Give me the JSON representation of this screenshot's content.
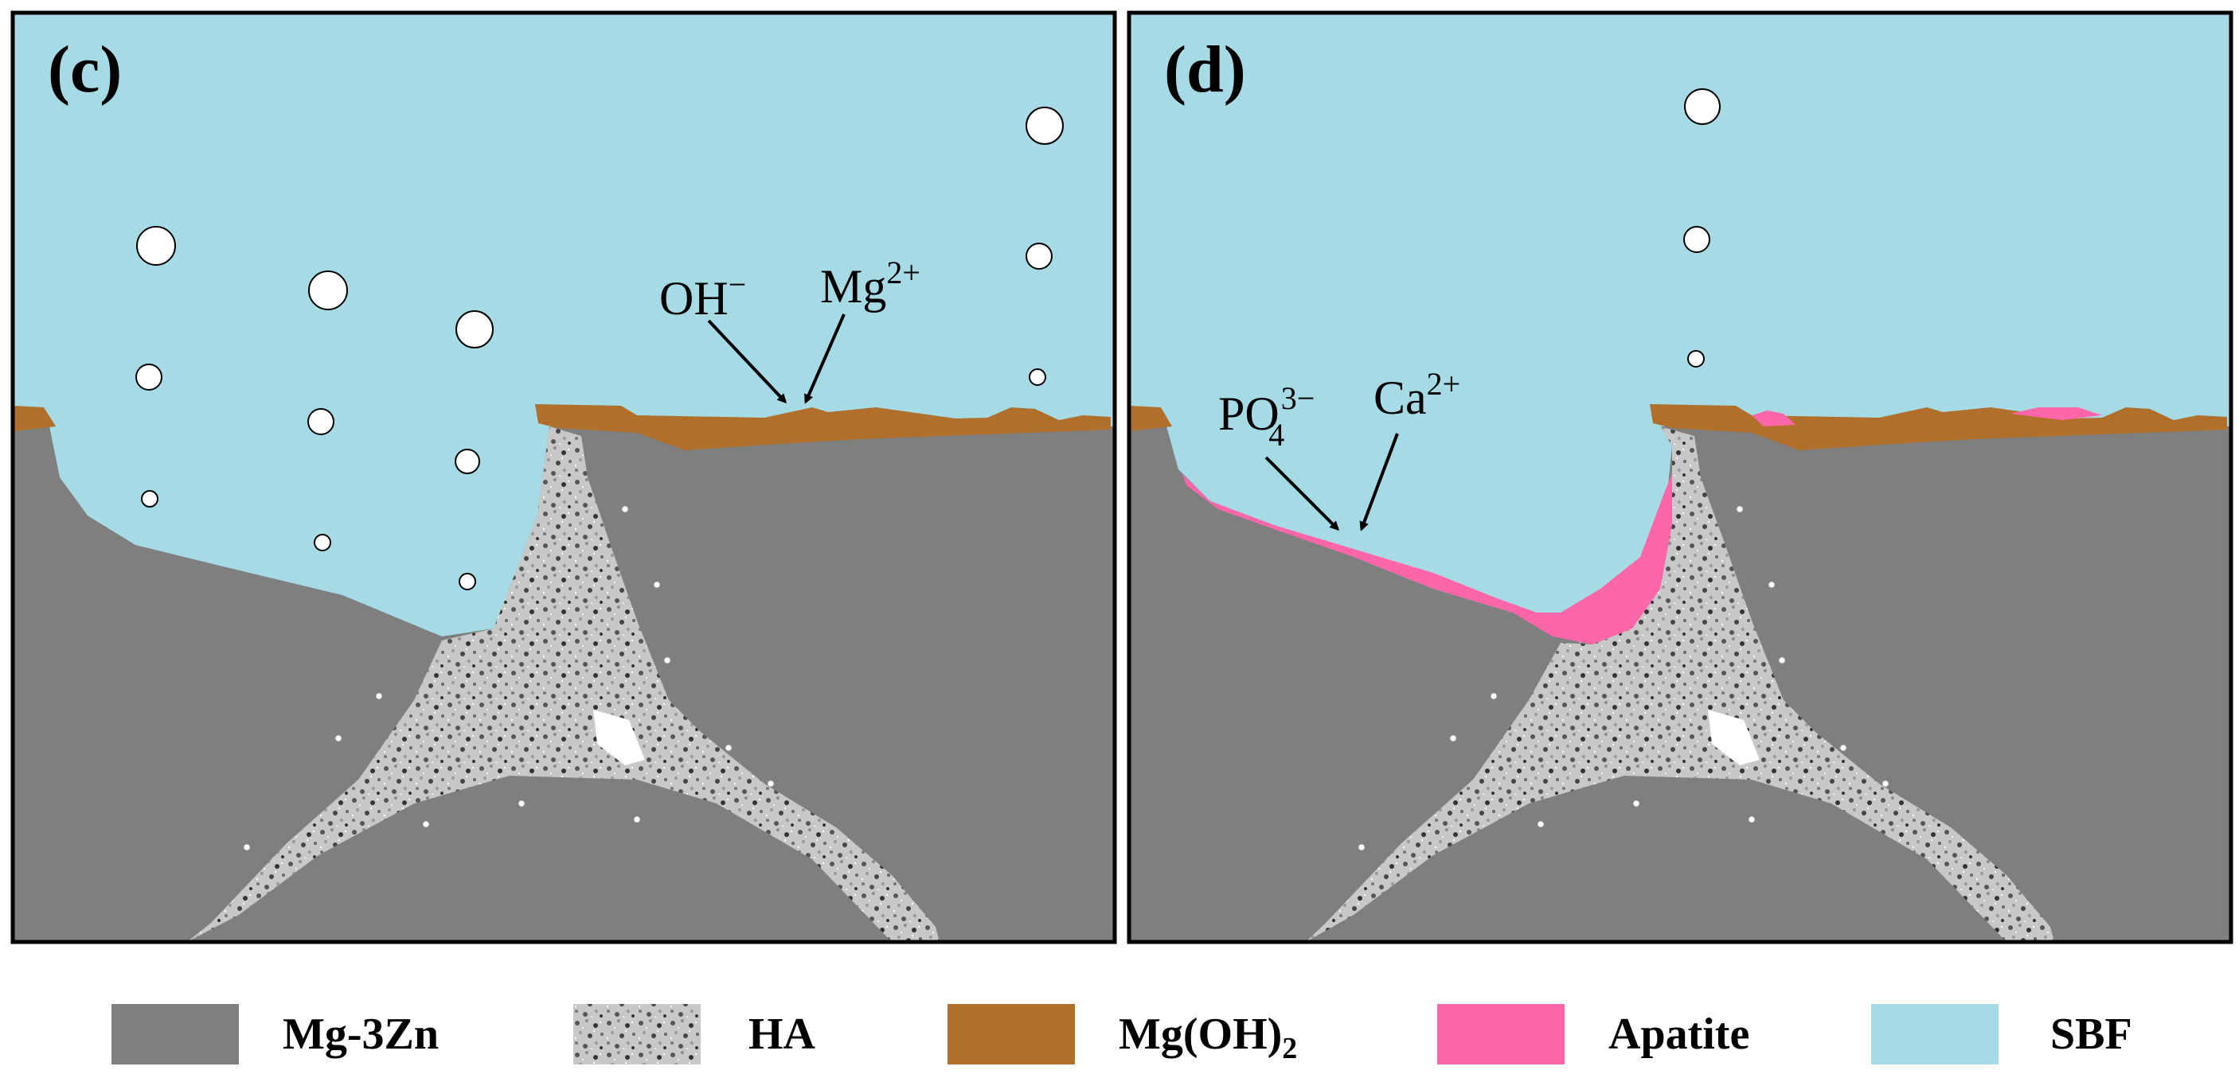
{
  "panels": [
    {
      "label": "(c)",
      "ions": {
        "oh_base": "OH",
        "oh_sup": "−",
        "mg_base": "Mg",
        "mg_sup": "2+"
      }
    },
    {
      "label": "(d)",
      "ions": {
        "po_base": "PO",
        "po_sub": "4",
        "po_sup": "3−",
        "ca_base": "Ca",
        "ca_sup": "2+"
      }
    }
  ],
  "legend": [
    {
      "label": "Mg-3Zn",
      "color": "#7f7f7f",
      "pattern": "solid"
    },
    {
      "label": "HA",
      "color": "#bdbdbd",
      "pattern": "speckled"
    },
    {
      "label_base": "Mg(OH)",
      "label_sub": "2",
      "color": "#b0702c",
      "pattern": "solid"
    },
    {
      "label": "Apatite",
      "color": "#ff66aa",
      "pattern": "solid"
    },
    {
      "label": "SBF",
      "color": "#a6dbe6",
      "pattern": "solid"
    }
  ],
  "colors": {
    "substrate": "#7f7f7f",
    "sbf": "#a6dbe6",
    "mg_oh2": "#b0702c",
    "apatite": "#ff66aa",
    "frame": "#000000",
    "bubble": "#ffffff"
  }
}
